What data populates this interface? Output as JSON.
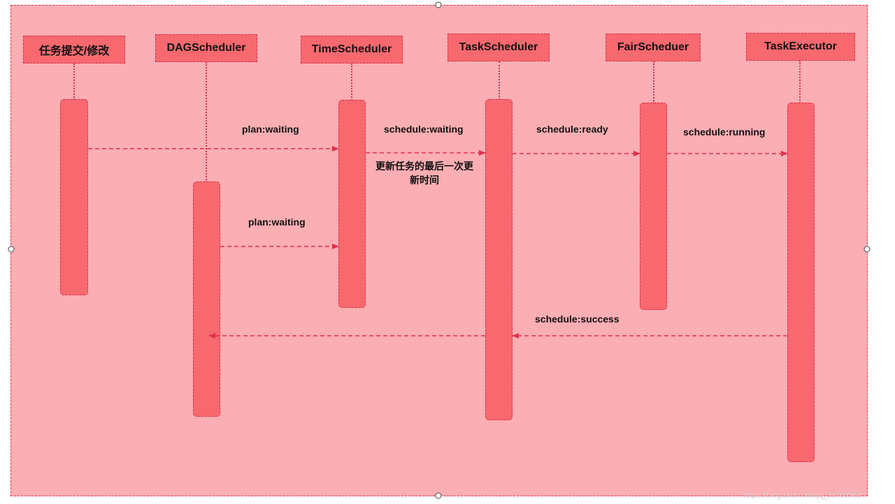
{
  "diagram": {
    "actors": [
      {
        "key": "submit",
        "label": "任务提交/修改"
      },
      {
        "key": "dag",
        "label": "DAGScheduler"
      },
      {
        "key": "time",
        "label": "TimeScheduler"
      },
      {
        "key": "task",
        "label": "TaskScheduler"
      },
      {
        "key": "fair",
        "label": "FairScheduer"
      },
      {
        "key": "exec",
        "label": "TaskExecutor"
      }
    ],
    "messages": [
      {
        "from": "任务提交/修改",
        "to": "TimeScheduler",
        "label": "plan:waiting"
      },
      {
        "from": "DAGScheduler",
        "to": "TimeScheduler",
        "label": "plan:waiting"
      },
      {
        "from": "TimeScheduler",
        "to": "TaskScheduler",
        "label": "schedule:waiting"
      },
      {
        "from": "TaskScheduler",
        "to": "FairScheduer",
        "label": "schedule:ready"
      },
      {
        "from": "FairScheduer",
        "to": "TaskExecutor",
        "label": "schedule:running"
      },
      {
        "from": "TaskExecutor",
        "to": "TaskScheduler",
        "label": "schedule:success"
      },
      {
        "from": "TaskScheduler",
        "to": "DAGScheduler",
        "label": ""
      }
    ],
    "note": "更新任务的最后一次更新时间",
    "colors": {
      "canvas": "#fbaeb3",
      "box": "#f7696f",
      "line": "#e0304d"
    }
  },
  "watermark": "https://blog.csdn.net/qq_33709582"
}
